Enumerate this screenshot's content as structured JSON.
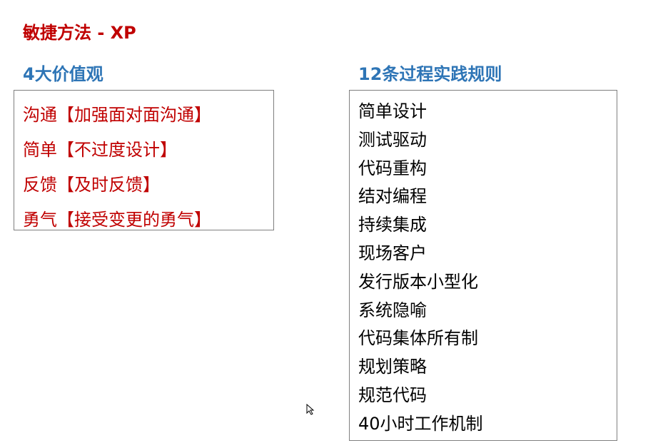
{
  "title": "敏捷方法 - XP",
  "values": {
    "heading": "4大价值观",
    "items": [
      "沟通【加强面对面沟通】",
      "简单【不过度设计】",
      "反馈【及时反馈】",
      "勇气【接受变更的勇气】"
    ]
  },
  "practices": {
    "heading": "12条过程实践规则",
    "items": [
      "简单设计",
      "测试驱动",
      "代码重构",
      "结对编程",
      "持续集成",
      "现场客户",
      "发行版本小型化",
      "系统隐喻",
      "代码集体所有制",
      "规划策略",
      "规范代码",
      "40小时工作机制"
    ]
  }
}
